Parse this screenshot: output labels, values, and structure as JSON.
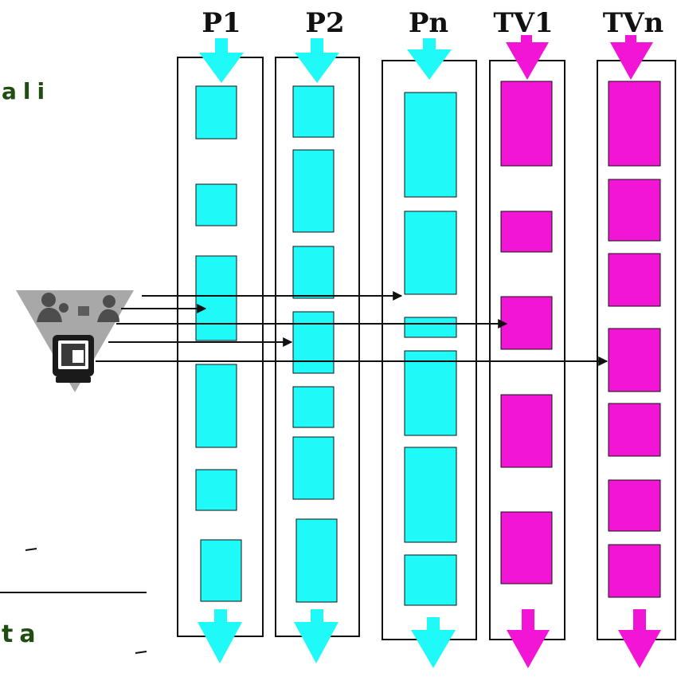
{
  "colors": {
    "cyan": "#1ffaf8",
    "magenta": "#f215d5",
    "outline": "#111111",
    "side_text": "#1f4d12"
  },
  "side_text": {
    "top": "ali",
    "bottom": "ta"
  },
  "channels": [
    {
      "label": "P1",
      "color": "cyan"
    },
    {
      "label": "P2",
      "color": "cyan"
    },
    {
      "label": "Pn",
      "color": "cyan"
    },
    {
      "label": "TV1",
      "color": "magenta"
    },
    {
      "label": "TVn",
      "color": "magenta"
    }
  ],
  "icons": {
    "viewer": "audience-at-terminal-icon"
  }
}
